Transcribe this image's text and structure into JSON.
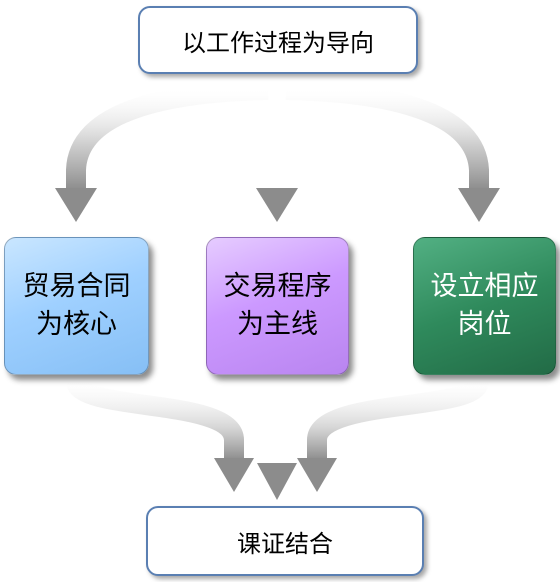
{
  "diagram": {
    "top": {
      "label": "以工作过程为导向"
    },
    "nodes": [
      {
        "lines": [
          "贸易合同",
          "为核心"
        ],
        "color": "#9fd0ff"
      },
      {
        "lines": [
          "交易程序",
          "为主线"
        ],
        "color": "#cc99ff"
      },
      {
        "lines": [
          "设立相应",
          "岗位"
        ],
        "color": "#2f8a5c"
      }
    ],
    "bottom": {
      "label": "课证结合"
    },
    "connector_color": "#999999"
  }
}
